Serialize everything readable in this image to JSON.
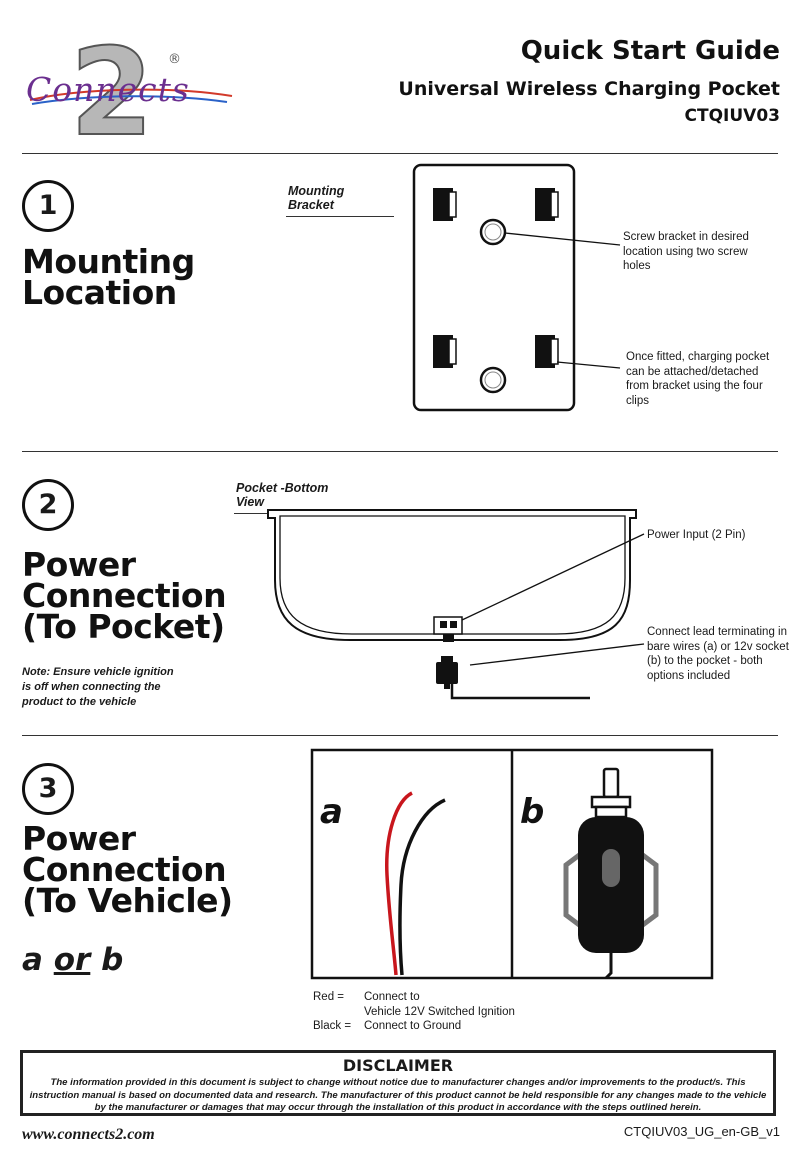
{
  "header": {
    "brand_script": "Connects",
    "brand_numeral": "2",
    "brand_registered": "®",
    "title": "Quick Start Guide",
    "subtitle": "Universal Wireless Charging Pocket",
    "model": "CTQIUV03"
  },
  "step1": {
    "number": "1",
    "title_line1": "Mounting",
    "title_line2": "Location",
    "figure_label": "Mounting Bracket",
    "callout_top": [
      "Screw bracket in desired",
      "location using two screw",
      "holes"
    ],
    "callout_bottom": [
      "Once fitted, charging pocket",
      "can be attached/detached",
      "from bracket using the four",
      "clips"
    ]
  },
  "step2": {
    "number": "2",
    "title_line1": "Power",
    "title_line2": "Connection",
    "title_line3": "(To Pocket)",
    "figure_label": "Pocket -Bottom View",
    "callout_top": "Power Input (2 Pin)",
    "callout_bottom": [
      "Connect lead terminating in",
      "bare wires (a) or 12v socket",
      "(b) to the pocket - both",
      "options included"
    ],
    "note": [
      "Note: Ensure vehicle ignition",
      "is off when connecting the",
      "product to the vehicle"
    ]
  },
  "step3": {
    "number": "3",
    "title_line1": "Power",
    "title_line2": "Connection",
    "title_line3": "(To Vehicle)",
    "choice_a": "a",
    "choice_or": "or",
    "choice_b": "b",
    "panel_a_label": "a",
    "panel_b_label": "b",
    "legend": [
      {
        "key": "Red =",
        "value": "Connect to"
      },
      {
        "key": "",
        "value": "Vehicle 12V Switched Ignition"
      },
      {
        "key": "Black =",
        "value": "Connect to Ground"
      }
    ],
    "wire_colors": {
      "red": "#c8161d",
      "black": "#111111"
    }
  },
  "disclaimer": {
    "heading": "DISCLAIMER",
    "body": "The information provided in this document is subject to change without notice due to manufacturer changes and/or improvements to the product/s. This instruction manual is based on documented data and research. The manufacturer of this product cannot be held responsible for any changes made to the vehicle by the manufacturer or damages that may occur through the installation of this product in accordance with the steps outlined herein."
  },
  "footer": {
    "url": "www.connects2.com",
    "doc_code": "CTQIUV03_UG_en-GB_v1"
  }
}
